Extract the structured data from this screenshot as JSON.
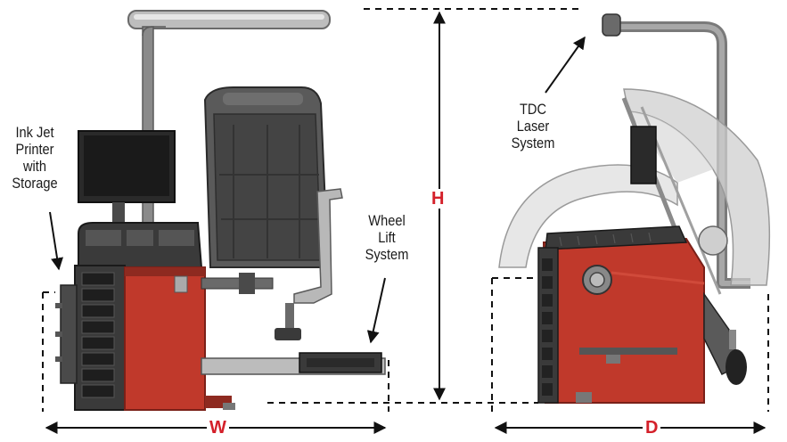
{
  "colors": {
    "machine_red": "#c0392b",
    "machine_red_dark": "#8e2a20",
    "body_dark": "#3a3a3a",
    "body_mid": "#5a5a5a",
    "metal_light": "#c8c8c8",
    "dimension_label": "#d4202a"
  },
  "callouts": {
    "printer": [
      "Ink Jet",
      "Printer",
      "with",
      "Storage"
    ],
    "wheel_lift": [
      "Wheel",
      "Lift",
      "System"
    ],
    "tdc_laser": [
      "TDC",
      "Laser",
      "System"
    ]
  },
  "dimensions": {
    "width": "W",
    "height": "H",
    "depth": "D"
  },
  "icons": {
    "arrow": "arrow-icon"
  }
}
